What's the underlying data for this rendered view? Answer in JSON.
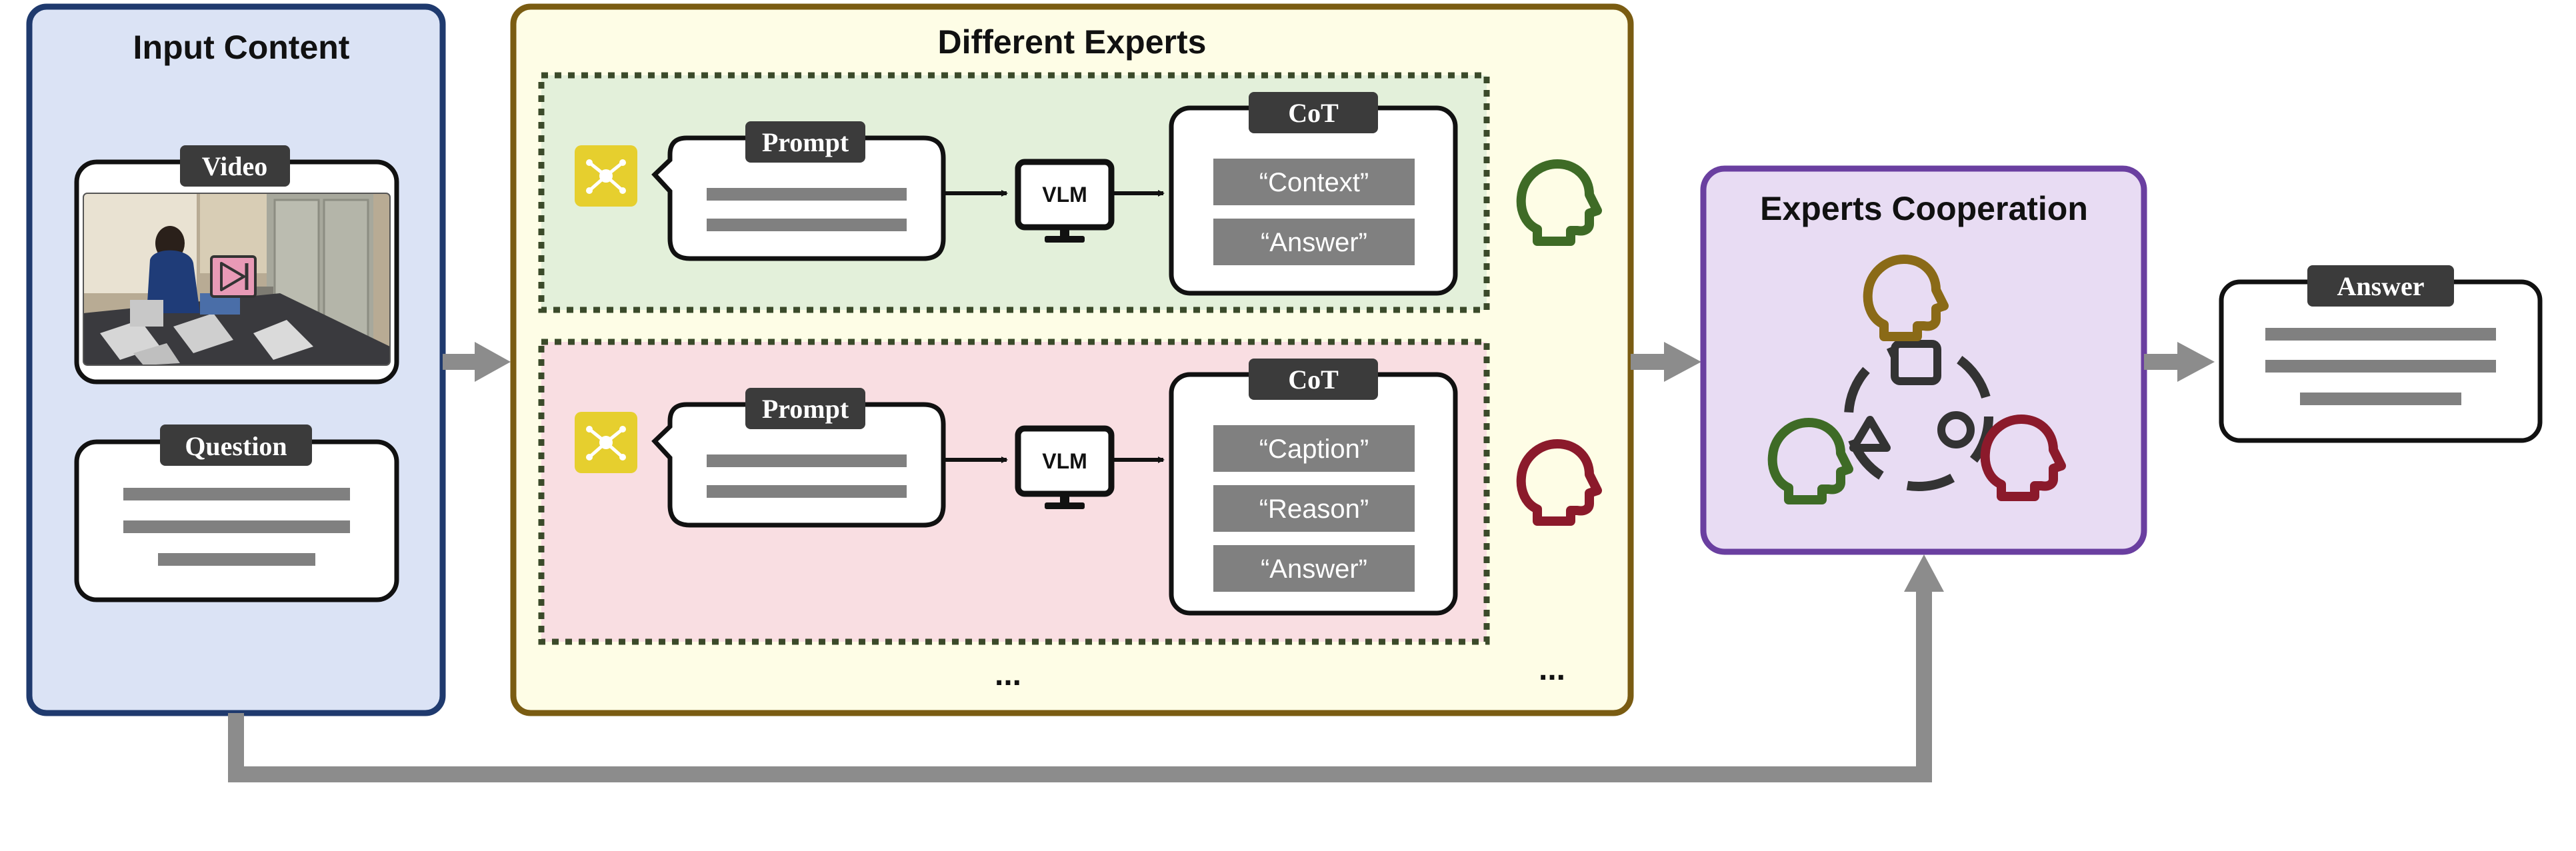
{
  "panels": {
    "input": {
      "title": "Input  Content",
      "video_label": "Video",
      "question_label": "Question"
    },
    "experts": {
      "title": "Different Experts",
      "expert1": {
        "prompt_label": "Prompt",
        "model_label": "VLM",
        "cot_label": "CoT",
        "cot_items": [
          "“Context”",
          "“Answer”"
        ]
      },
      "expert2": {
        "prompt_label": "Prompt",
        "model_label": "VLM",
        "cot_label": "CoT",
        "cot_items": [
          "“Caption”",
          "“Reason”",
          "“Answer”"
        ]
      },
      "ellipsis_left": "...",
      "ellipsis_right": "..."
    },
    "cooperation": {
      "title": "Experts Cooperation"
    },
    "answer": {
      "label": "Answer"
    }
  },
  "colors": {
    "input_fill": "#dbe3f5",
    "input_border": "#1f3a6e",
    "experts_fill": "#fefde6",
    "experts_border": "#7a5c12",
    "expert1_fill": "#e3f0da",
    "expert2_fill": "#f9dee2",
    "dotted_border": "#3b4a2a",
    "coop_fill": "#e8dcf3",
    "coop_border": "#6a3fa0",
    "label_dark": "#3b3b3b",
    "text_bar": "#808080",
    "arrow_gray": "#8c8c8c",
    "head_green": "#3e6b26",
    "head_red": "#8b1a2b",
    "head_gold": "#8a6a17",
    "prompt_icon": "#e6cf2e"
  }
}
